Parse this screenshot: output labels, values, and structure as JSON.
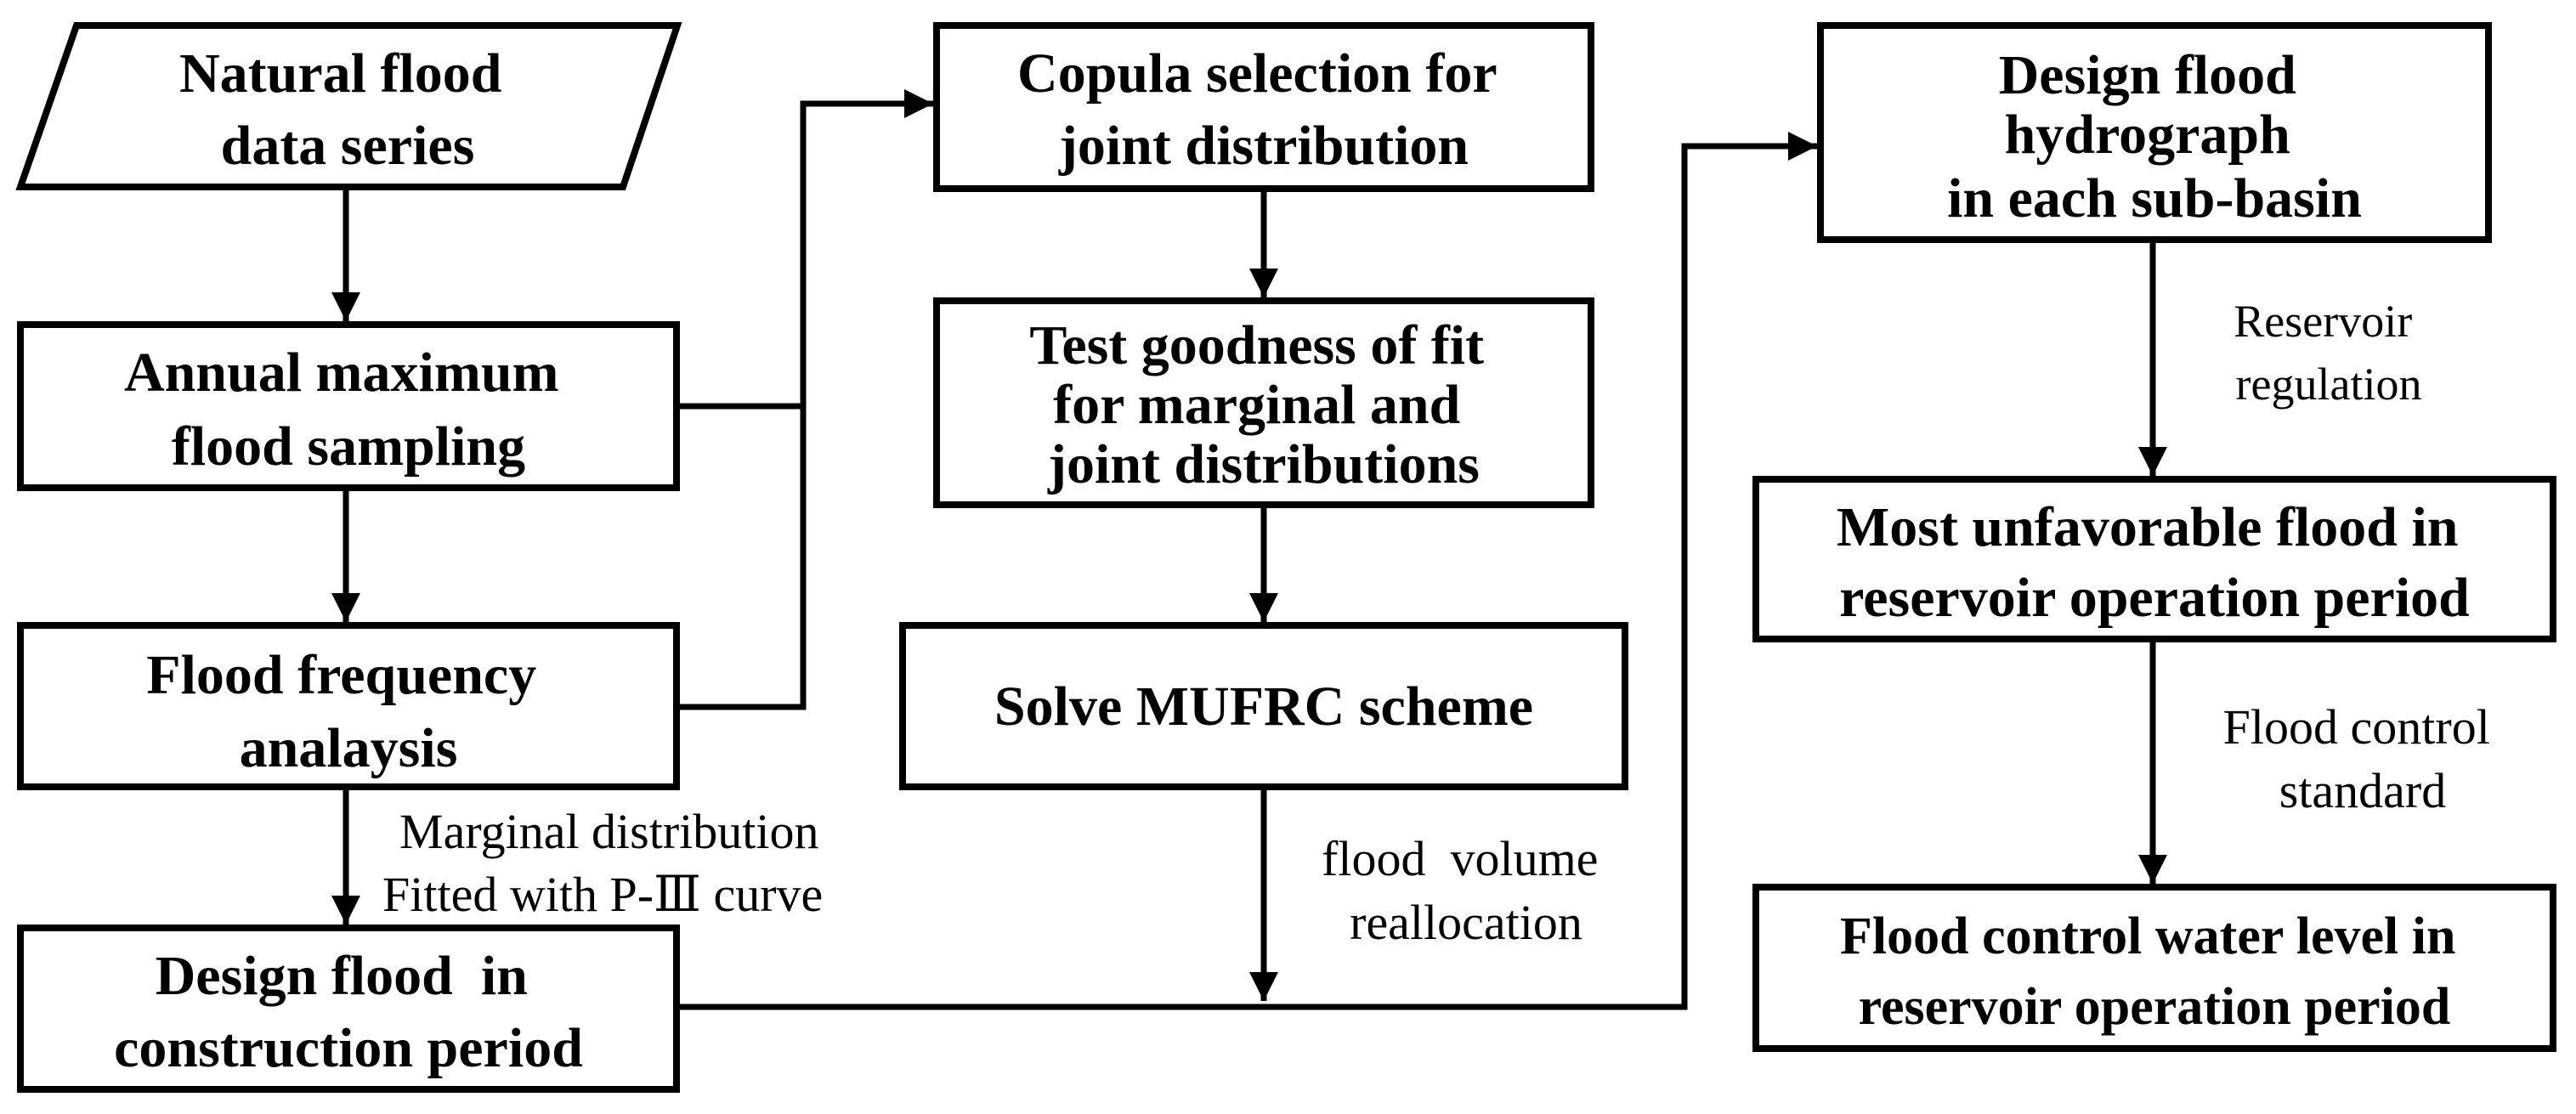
{
  "nodes": {
    "natural_flood": {
      "lines": [
        "Natural flood",
        "data series"
      ]
    },
    "annual_max": {
      "lines": [
        "Annual maximum",
        "flood sampling"
      ]
    },
    "flood_freq": {
      "lines": [
        "Flood frequency",
        "analaysis"
      ]
    },
    "design_construction": {
      "lines": [
        "Design flood  in",
        "construction period"
      ]
    },
    "copula": {
      "lines": [
        "Copula selection for",
        "joint distribution"
      ]
    },
    "test_goodness": {
      "lines": [
        "Test goodness of fit",
        "for marginal and",
        "joint distributions"
      ]
    },
    "solve_mufrc": {
      "lines": [
        "Solve MUFRC scheme"
      ]
    },
    "design_hydrograph": {
      "lines": [
        "Design flood",
        "hydrograph",
        "in each sub-basin"
      ]
    },
    "most_unfavorable": {
      "lines": [
        "Most unfavorable flood in",
        "reservoir operation period"
      ]
    },
    "fcwl": {
      "lines": [
        "Flood control water level in",
        "reservoir operation period"
      ]
    }
  },
  "edge_labels": {
    "marginal": [
      "Marginal distribution",
      "Fitted with P-Ⅲ curve"
    ],
    "reallocation": [
      "flood  volume",
      "reallocation"
    ],
    "regulation": [
      "Reservoir",
      "regulation"
    ],
    "standard": [
      "Flood control",
      "standard"
    ]
  }
}
